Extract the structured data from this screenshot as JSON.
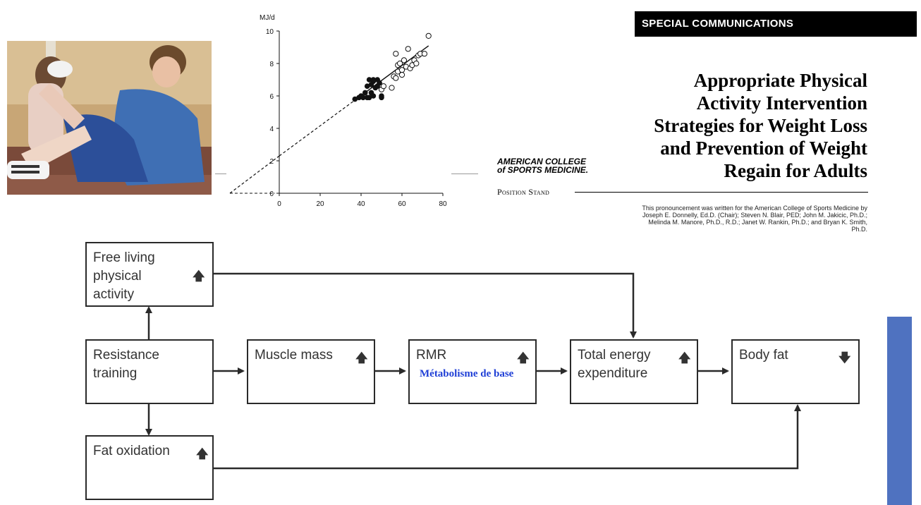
{
  "scatter": {
    "y_unit": "MJ/d",
    "x_ticks": [
      "0",
      "20",
      "40",
      "60",
      "80"
    ],
    "y_ticks": [
      "0",
      "2",
      "4",
      "6",
      "8",
      "10"
    ],
    "xlim": [
      0,
      80
    ],
    "ylim": [
      0,
      10
    ],
    "regression": {
      "intercept": 2.3,
      "slope": 0.093
    },
    "filled_points": [
      [
        37,
        5.8
      ],
      [
        39,
        5.9
      ],
      [
        40,
        6.0
      ],
      [
        41,
        5.9
      ],
      [
        42,
        6.2
      ],
      [
        43,
        6.6
      ],
      [
        44,
        7.0
      ],
      [
        44,
        5.9
      ],
      [
        45,
        6.2
      ],
      [
        45,
        6.7
      ],
      [
        46,
        6.9
      ],
      [
        46,
        6.0
      ],
      [
        47,
        6.5
      ],
      [
        48,
        7.0
      ],
      [
        48,
        6.6
      ],
      [
        49,
        6.8
      ],
      [
        50,
        6.0
      ],
      [
        50,
        5.9
      ],
      [
        43,
        5.9
      ],
      [
        46,
        7.0
      ]
    ],
    "open_points": [
      [
        50,
        6.4
      ],
      [
        51,
        6.6
      ],
      [
        55,
        6.5
      ],
      [
        56,
        7.2
      ],
      [
        57,
        8.6
      ],
      [
        58,
        7.5
      ],
      [
        58,
        7.9
      ],
      [
        59,
        8.0
      ],
      [
        60,
        7.6
      ],
      [
        61,
        8.2
      ],
      [
        62,
        7.8
      ],
      [
        63,
        8.9
      ],
      [
        64,
        7.7
      ],
      [
        65,
        7.9
      ],
      [
        66,
        8.2
      ],
      [
        67,
        8.0
      ],
      [
        68,
        8.5
      ],
      [
        69,
        8.6
      ],
      [
        71,
        8.6
      ],
      [
        73,
        9.7
      ],
      [
        57,
        7.1
      ],
      [
        60,
        7.3
      ]
    ]
  },
  "article": {
    "section": "SPECIAL COMMUNICATIONS",
    "title_lines": [
      "Appropriate Physical",
      "Activity Intervention",
      "Strategies for Weight Loss",
      "and Prevention of Weight",
      "Regain for Adults"
    ],
    "org_lines": [
      "AMERICAN COLLEGE",
      "of SPORTS MEDICINE."
    ],
    "position_stand": "Position Stand",
    "byline": "This pronouncement was written for the American College of Sports Medicine by Joseph E. Donnelly, Ed.D. (Chair); Steven N. Blair, PED; John M. Jakicic, Ph.D.; Melinda M. Manore, Ph.D., R.D.; Janet W. Rankin, Ph.D.; and Bryan K. Smith, Ph.D."
  },
  "diagram": {
    "free_living": {
      "label": "Free living\nphysical\nactivity",
      "arrow": "🡅"
    },
    "resistance": {
      "label": "Resistance\ntraining"
    },
    "muscle": {
      "label": "Muscle mass",
      "arrow": "🡅"
    },
    "rmr": {
      "label": "RMR",
      "arrow": "🡅",
      "annotation": "Métabolisme de base"
    },
    "tee": {
      "label": "Total energy\nexpenditure",
      "arrow": "🡅"
    },
    "bodyfat": {
      "label": "Body fat",
      "arrow": "🡇"
    },
    "fat_ox": {
      "label": "Fat oxidation",
      "arrow": "🡅"
    }
  },
  "colors": {
    "annotation": "#1f3fd6",
    "side_bar": "#4f72c0"
  }
}
